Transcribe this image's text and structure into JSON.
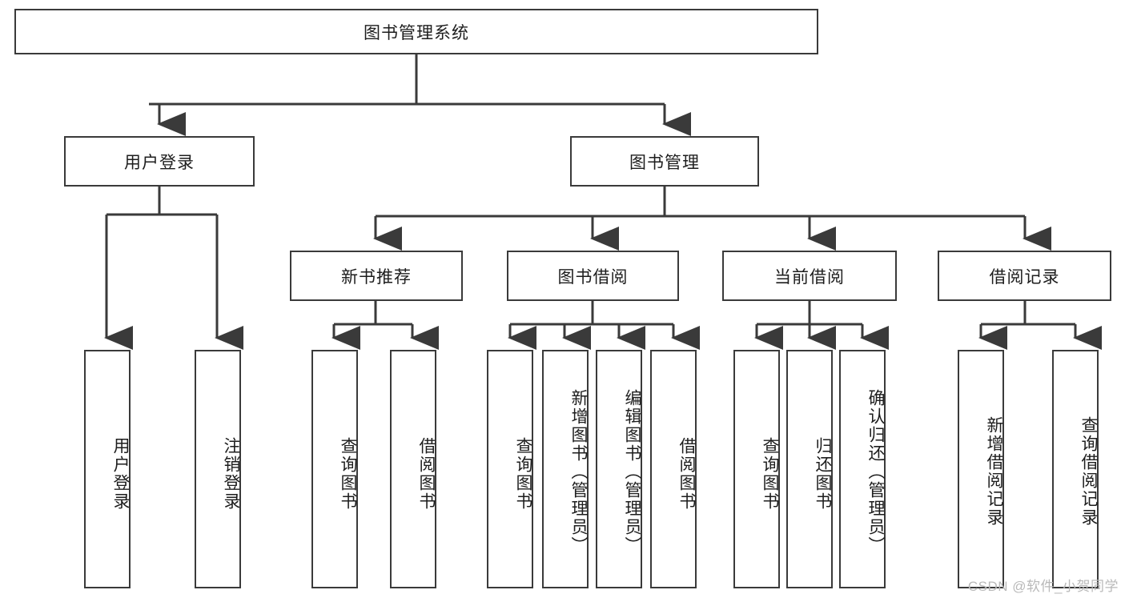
{
  "diagram": {
    "title": "图书管理系统",
    "watermark": "CSDN @软件_小贺同学",
    "type": "tree",
    "colors": {
      "box_border": "#3a3a3a",
      "box_fill": "#ffffff",
      "edge": "#3a3a3a",
      "text": "#1d1d1d",
      "watermark": "#b9b9b9",
      "background": "#ffffff"
    },
    "root": {
      "label": "图书管理系统",
      "orientation": "horizontal"
    },
    "level2": [
      {
        "label": "用户登录",
        "orientation": "horizontal"
      },
      {
        "label": "图书管理",
        "orientation": "horizontal"
      }
    ],
    "level3": [
      {
        "label": "新书推荐",
        "orientation": "horizontal"
      },
      {
        "label": "图书借阅",
        "orientation": "horizontal"
      },
      {
        "label": "当前借阅",
        "orientation": "horizontal"
      },
      {
        "label": "借阅记录",
        "orientation": "horizontal"
      }
    ],
    "leaves": {
      "user_login": [
        {
          "label": "用户登录",
          "orientation": "vertical"
        },
        {
          "label": "注销登录",
          "orientation": "vertical"
        }
      ],
      "new_book_recommend": [
        {
          "label": "查询图书",
          "orientation": "vertical"
        },
        {
          "label": "借阅图书",
          "orientation": "vertical"
        }
      ],
      "book_borrow": [
        {
          "label": "查询图书",
          "orientation": "vertical"
        },
        {
          "label": "新增图书（管理员）",
          "orientation": "vertical"
        },
        {
          "label": "编辑图书（管理员）",
          "orientation": "vertical"
        },
        {
          "label": "借阅图书",
          "orientation": "vertical"
        }
      ],
      "current_borrow": [
        {
          "label": "查询图书",
          "orientation": "vertical"
        },
        {
          "label": "归还图书",
          "orientation": "vertical"
        },
        {
          "label": "确认归还（管理员）",
          "orientation": "vertical"
        }
      ],
      "borrow_record": [
        {
          "label": "新增借阅记录",
          "orientation": "vertical"
        },
        {
          "label": "查询借阅记录",
          "orientation": "vertical"
        }
      ]
    }
  }
}
